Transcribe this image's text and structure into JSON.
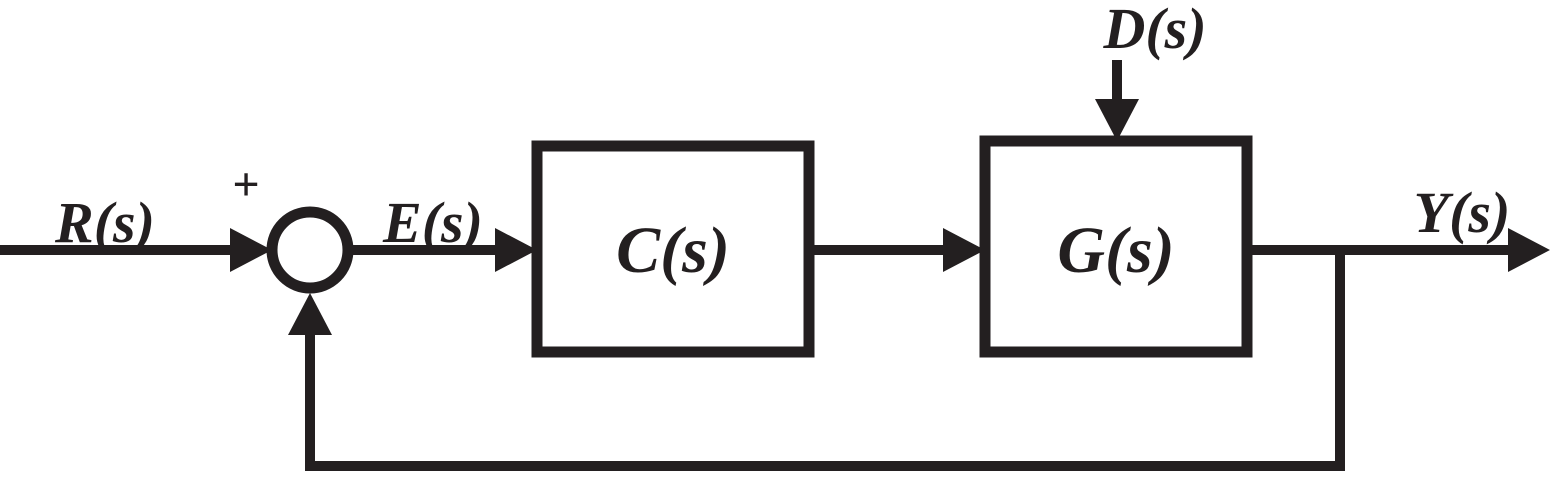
{
  "diagram": {
    "colors": {
      "stroke": "#231f20",
      "background": "#ffffff"
    },
    "signals": {
      "input": "R(s)",
      "error": "E(s)",
      "disturbance": "D(s)",
      "output": "Y(s)"
    },
    "summing_junction": {
      "sign_top": "+"
    },
    "blocks": {
      "controller": {
        "label": "C(s)"
      },
      "plant": {
        "label": "G(s)"
      }
    }
  }
}
